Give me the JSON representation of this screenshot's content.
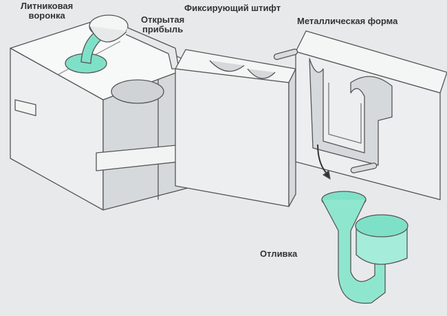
{
  "labels": {
    "sprue_cup": [
      "Литниковая",
      "воронка"
    ],
    "open_riser": [
      "Открытая",
      "прибыль"
    ],
    "locating_pin": "Фиксирующий штифт",
    "metal_mold": "Металлическая форма",
    "casting": "Отливка"
  },
  "colors": {
    "background": "#e8e9eb",
    "metal": "#7fe0c8",
    "block_front": "#eceeef",
    "block_side": "#d6d9db",
    "block_top": "#f7f8f8",
    "outline": "#555555"
  }
}
